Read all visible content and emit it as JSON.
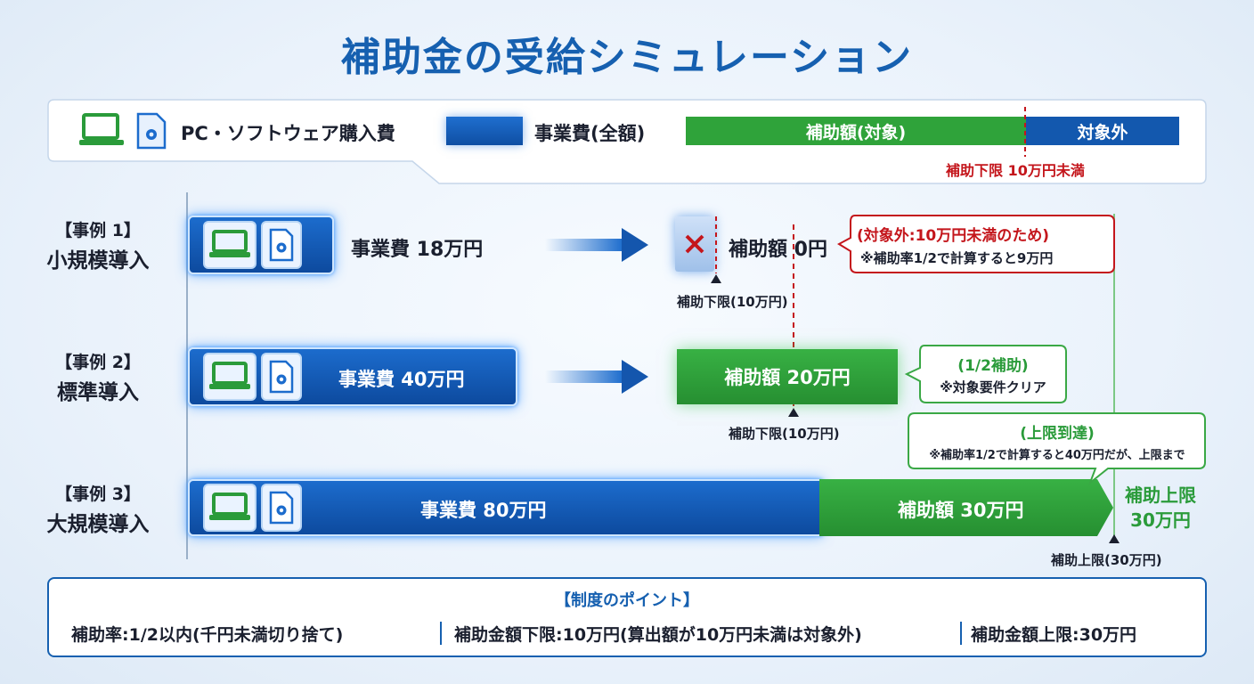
{
  "title": "補助金の受給シミュレーション",
  "legend": {
    "item_label": "PC・ソフトウェア購入費",
    "cost_label": "事業費(全額)",
    "subsidy_label": "補助額(対象)",
    "excluded_label": "対象外",
    "lower_limit_note": "補助下限 10万円未満"
  },
  "cases": [
    {
      "tag": "【事例 1】",
      "name": "小規模導入",
      "cost_text": "事業費 18万円",
      "result_text": "補助額 0円",
      "marker_label": "補助下限(10万円)",
      "callout_title": "(対象外:10万円未満のため)",
      "callout_note": "※補助率1/2で計算すると9万円"
    },
    {
      "tag": "【事例 2】",
      "name": "標準導入",
      "cost_text": "事業費 40万円",
      "result_text": "補助額 20万円",
      "marker_label": "補助下限(10万円)",
      "callout_title": "(1/2補助)",
      "callout_note": "※対象要件クリア"
    },
    {
      "tag": "【事例 3】",
      "name": "大規模導入",
      "cost_text": "事業費 80万円",
      "result_text": "補助額 30万円",
      "marker_label": "補助上限(30万円)",
      "callout_title": "(上限到達)",
      "callout_note": "※補助率1/2で計算すると40万円だが、上限まで",
      "cap_line1": "補助上限",
      "cap_line2": "30万円"
    }
  ],
  "points": {
    "title": "【制度のポイント】",
    "rate": "補助率:1/2以内(千円未満切り捨て)",
    "lower": "補助金額下限:10万円(算出額が10万円未満は対象外)",
    "upper": "補助金額上限:30万円"
  },
  "colors": {
    "title_blue": "#1660b0",
    "subsidy_green": "#2fa33a",
    "excluded_blue": "#1358ae",
    "alert_red": "#c4161c"
  },
  "icons": [
    "laptop-icon",
    "software-gear-icon",
    "arrow-right-icon",
    "cross-icon",
    "triangle-marker-icon"
  ]
}
